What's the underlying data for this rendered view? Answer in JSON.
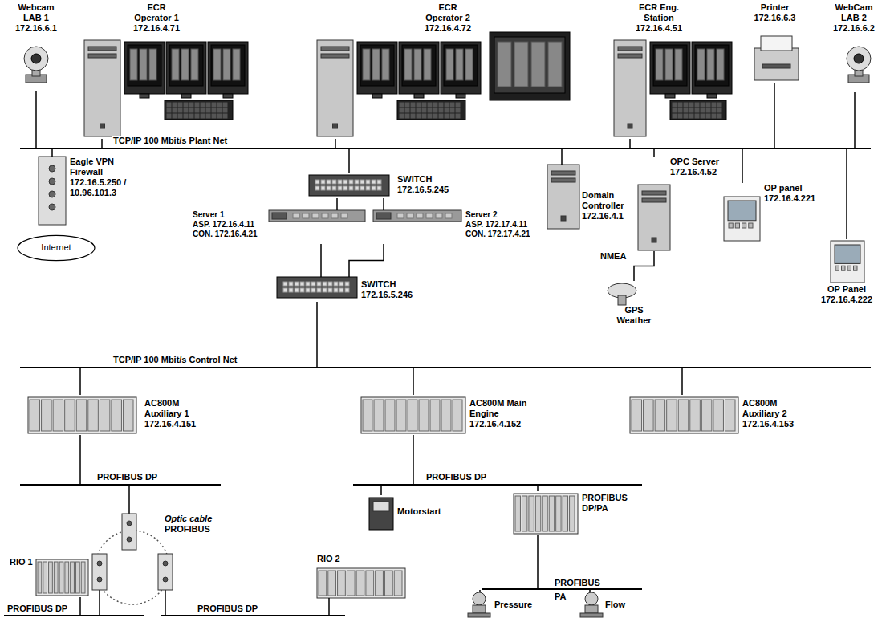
{
  "diagram": {
    "nodes": [
      {
        "text": [
          "Webcam LAB 1",
          "172.16.6.1"
        ]
      },
      {
        "text": [
          "ECR Operator 1",
          "172.16.4.71"
        ]
      },
      {
        "text": [
          "ECR Operator 2",
          "172.16.4.72"
        ]
      },
      {
        "text": [
          "ECR Eng. Station",
          "172.16.4.51"
        ]
      },
      {
        "text": [
          "Printer",
          "172.16.6.3"
        ]
      },
      {
        "text": [
          "WebCam LAB 2",
          "172.16.6.2"
        ]
      },
      {
        "text": [
          "TCP/IP 100 Mbit/s Plant Net"
        ]
      },
      {
        "text": [
          "Eagle VPN Firewall",
          "172.16.5.250 / 10.96.101.3"
        ]
      },
      {
        "text": [
          "SWITCH",
          "172.16.5.245"
        ]
      },
      {
        "text": [
          "Server 1",
          "ASP. 172.16.4.11",
          "CON. 172.16.4.21"
        ]
      },
      {
        "text": [
          "Server 2",
          "ASP. 172.17.4.11",
          "CON. 172.17.4.21"
        ]
      },
      {
        "text": [
          "Domain Controller",
          "172.16.4.1"
        ]
      },
      {
        "text": [
          "OPC Server",
          "172.16.4.52"
        ]
      },
      {
        "text": [
          "OP panel",
          "172.16.4.221"
        ]
      },
      {
        "text": [
          "Internet"
        ]
      },
      {
        "text": [
          "SWITCH",
          "172.16.5.246"
        ]
      },
      {
        "text": [
          "GPS Weather"
        ]
      },
      {
        "text": [
          "OP Panel",
          "172.16.4.222"
        ]
      },
      {
        "text": [
          "TCP/IP 100 Mbit/s Control Net"
        ]
      },
      {
        "text": [
          "AC800M Auxiliary 1",
          "172.16.4.151"
        ]
      },
      {
        "text": [
          "AC800M Main Engine",
          "172.16.4.152"
        ]
      },
      {
        "text": [
          "AC800M Auxiliary 2",
          "172.16.4.153"
        ]
      },
      {
        "text": [
          "PROFIBUS DP"
        ]
      },
      {
        "text": [
          "PROFIBUS DP"
        ]
      },
      {
        "text": [
          "Motorstart"
        ]
      },
      {
        "text": [
          "PROFIBUS DP/PA"
        ]
      },
      {
        "text": [
          "RIO 1"
        ]
      },
      {
        "text": [
          "RIO 2"
        ]
      },
      {
        "text": [
          "PROFIBUS",
          "PA"
        ]
      },
      {
        "text": [
          "Pressure"
        ]
      },
      {
        "text": [
          "Flow"
        ]
      },
      {
        "text": [
          "PROFIBUS DP"
        ]
      },
      {
        "text": [
          "PROFIBUS DP"
        ]
      }
    ],
    "edges": [
      {
        "from": 0,
        "to": 6,
        "arrow": "none"
      },
      {
        "from": 1,
        "to": 6,
        "arrow": "none"
      },
      {
        "from": 2,
        "to": 6,
        "arrow": "none"
      },
      {
        "from": 3,
        "to": 6,
        "arrow": "none"
      },
      {
        "from": 4,
        "to": 6,
        "arrow": "none"
      },
      {
        "from": 5,
        "to": 6,
        "arrow": "none"
      },
      {
        "from": 7,
        "to": 6,
        "arrow": "none"
      },
      {
        "from": 6,
        "to": 8,
        "arrow": "none"
      },
      {
        "from": 8,
        "to": 9,
        "arrow": "none"
      },
      {
        "from": 8,
        "to": 10,
        "arrow": "none"
      },
      {
        "from": 9,
        "to": 15,
        "arrow": "none"
      },
      {
        "from": 10,
        "to": 15,
        "arrow": "none"
      },
      {
        "from": 11,
        "to": 6,
        "arrow": "none"
      },
      {
        "from": 12,
        "to": 6,
        "arrow": "none"
      },
      {
        "from": 6,
        "to": 13,
        "arrow": "none"
      },
      {
        "from": 12,
        "to": 16,
        "label": "NMEA",
        "arrow": "none"
      },
      {
        "from": 6,
        "to": 17,
        "arrow": "none"
      },
      {
        "from": 15,
        "to": 18,
        "arrow": "none"
      },
      {
        "from": 18,
        "to": 19,
        "arrow": "none"
      },
      {
        "from": 18,
        "to": 20,
        "arrow": "none"
      },
      {
        "from": 18,
        "to": 21,
        "arrow": "none"
      },
      {
        "from": 19,
        "to": 22,
        "arrow": "none"
      },
      {
        "from": 20,
        "to": 23,
        "arrow": "none"
      },
      {
        "from": 23,
        "to": 24,
        "arrow": "none"
      },
      {
        "from": 23,
        "to": 25,
        "arrow": "none"
      },
      {
        "from": 25,
        "to": 28,
        "arrow": "none"
      },
      {
        "from": 28,
        "to": 29,
        "arrow": "none"
      },
      {
        "from": 28,
        "to": 30,
        "arrow": "none"
      },
      {
        "from": 26,
        "to": 31,
        "arrow": "none"
      },
      {
        "from": 27,
        "to": 32,
        "arrow": "none"
      }
    ],
    "labels": [
      "Optic cable",
      "PROFIBUS"
    ]
  }
}
